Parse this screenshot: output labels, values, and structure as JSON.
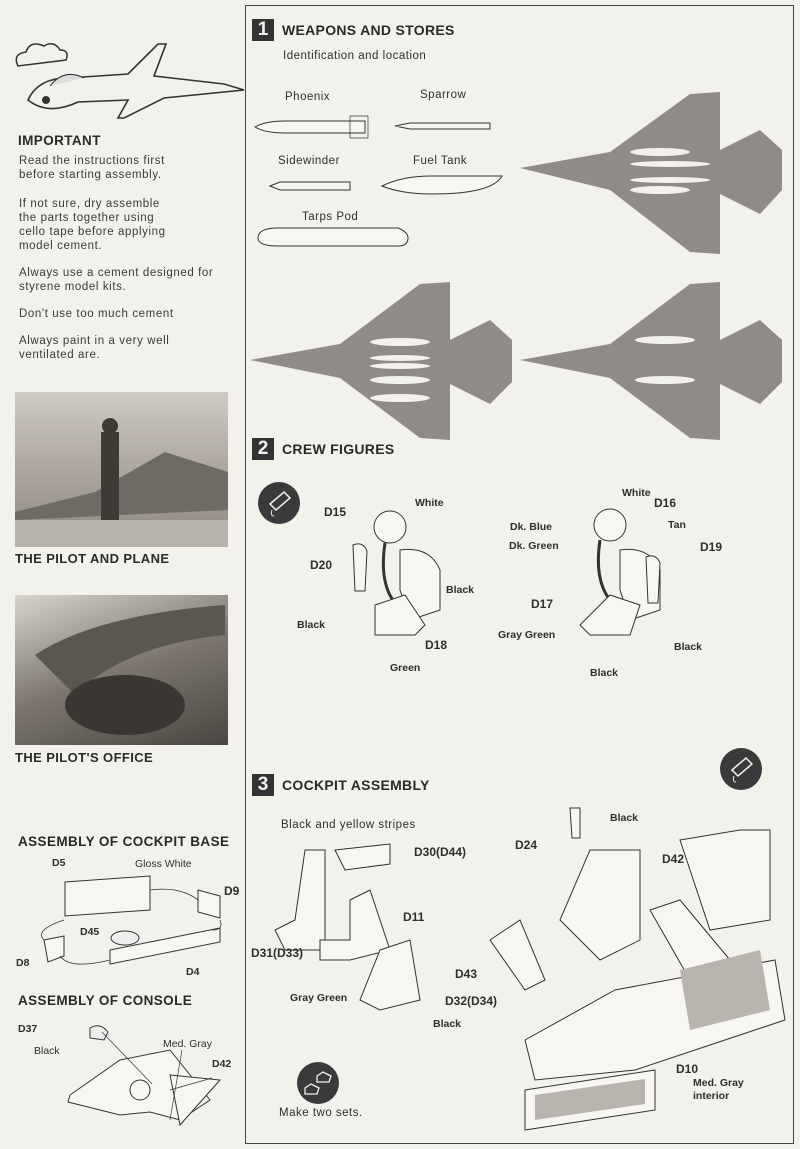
{
  "left": {
    "important_title": "IMPORTANT",
    "paragraphs": [
      "Read the instructions first before starting assembly.",
      "If not sure, dry assemble the parts together using cello tape before applying model cement.",
      "Always use a cement designed for styrene model kits.",
      "Don't use too much cement",
      "Always paint in a very well ventilated are."
    ],
    "photo1_caption": "THE PILOT AND PLANE",
    "photo2_caption": "THE PILOT'S OFFICE",
    "cockpit_base": {
      "title": "ASSEMBLY OF COCKPIT BASE",
      "labels": [
        "D5",
        "Gloss White",
        "D9",
        "D45",
        "D8",
        "D4"
      ]
    },
    "console": {
      "title": "ASSEMBLY OF CONSOLE",
      "labels": [
        "D37",
        "Black",
        "Med. Gray",
        "D42"
      ]
    }
  },
  "sections": [
    {
      "number": "1",
      "title": "WEAPONS AND STORES",
      "subtitle": "Identification and location",
      "stores": [
        "Phoenix",
        "Sparrow",
        "Sidewinder",
        "Fuel Tank",
        "Tarps Pod"
      ]
    },
    {
      "number": "2",
      "title": "CREW FIGURES",
      "icon": "glue-tube-icon",
      "figure1_labels": [
        "D15",
        "White",
        "D20",
        "Black",
        "Black",
        "D18",
        "Green"
      ],
      "figure2_labels": [
        "White",
        "D16",
        "Dk. Blue",
        "Dk. Green",
        "Tan",
        "D19",
        "D17",
        "Gray Green",
        "Black",
        "Black"
      ]
    },
    {
      "number": "3",
      "title": "COCKPIT ASSEMBLY",
      "icon": "glue-tube-icon",
      "seat_labels": [
        "Black and yellow stripes",
        "D30(D44)",
        "D11",
        "D31(D33)",
        "Gray Green",
        "D32(D34)",
        "Black"
      ],
      "make_two_sets": "Make two sets.",
      "tub_labels": [
        "Black",
        "D24",
        "D42",
        "D43",
        "D10",
        "Med. Gray",
        "interior"
      ]
    }
  ],
  "colors": {
    "paper": "#f3f1ec",
    "ink": "#2e2e2e",
    "plane_gray": "#8f8b86"
  }
}
